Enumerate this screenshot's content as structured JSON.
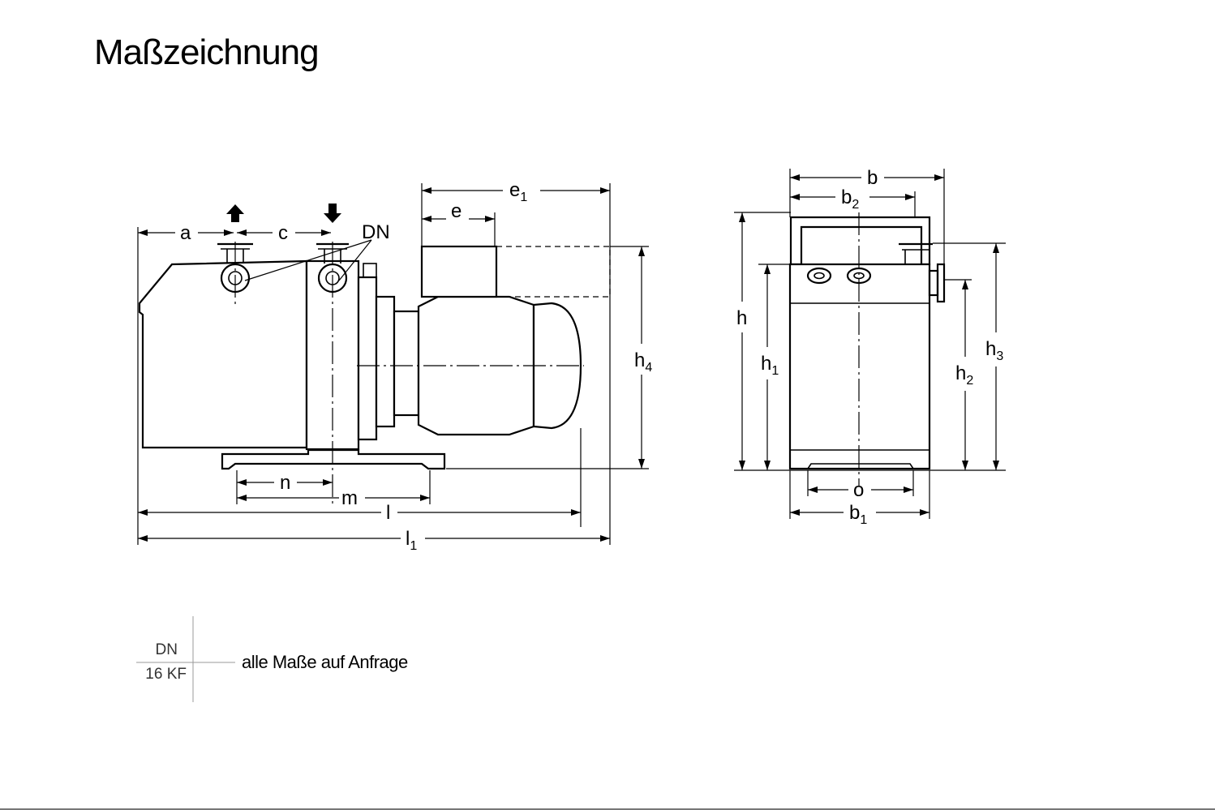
{
  "title": "Maßzeichnung",
  "side_view": {
    "dims": {
      "a": "a",
      "c": "c",
      "e": "e",
      "e1_base": "e",
      "e1_sub": "1",
      "n": "n",
      "m": "m",
      "l": "l",
      "l1_base": "l",
      "l1_sub": "1",
      "h4_base": "h",
      "h4_sub": "4"
    },
    "port_label": "DN"
  },
  "front_view": {
    "dims": {
      "b": "b",
      "b2_base": "b",
      "b2_sub": "2",
      "h": "h",
      "h1_base": "h",
      "h1_sub": "1",
      "h2_base": "h",
      "h2_sub": "2",
      "h3_base": "h",
      "h3_sub": "3",
      "o": "o",
      "b1_base": "b",
      "b1_sub": "1"
    }
  },
  "legend": {
    "header": "DN",
    "value": "16 KF",
    "note": "alle Maße auf Anfrage"
  }
}
